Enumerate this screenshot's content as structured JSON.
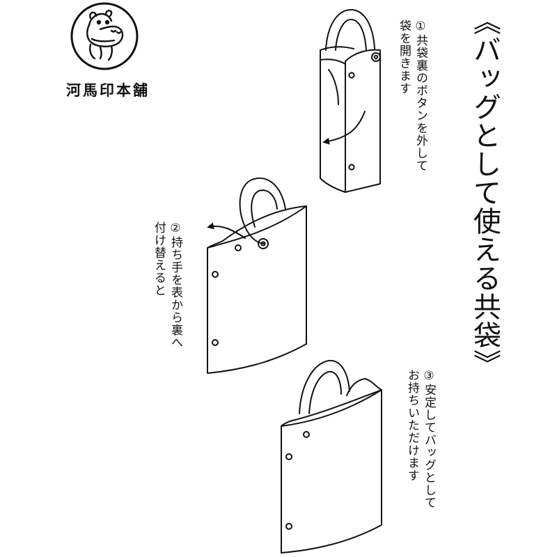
{
  "brand": {
    "name": "河馬印本舗",
    "logo_icon": "hippo-seal-icon"
  },
  "title": "《バッグとして使える共袋》",
  "steps": [
    {
      "number": "①",
      "text": "共袋裏のボタンを外して\n袋を開きます"
    },
    {
      "number": "②",
      "text": "持ち手を表から裏へ\n付け替えると"
    },
    {
      "number": "③",
      "text": "安定してバッグとして\nお持ちいただけます"
    }
  ],
  "icons": [
    "hippo-seal-icon",
    "curved-arrow-icon",
    "snap-button-icon",
    "bag-handle-icon"
  ],
  "colors": {
    "line": "#111111",
    "background": "#ffffff"
  }
}
